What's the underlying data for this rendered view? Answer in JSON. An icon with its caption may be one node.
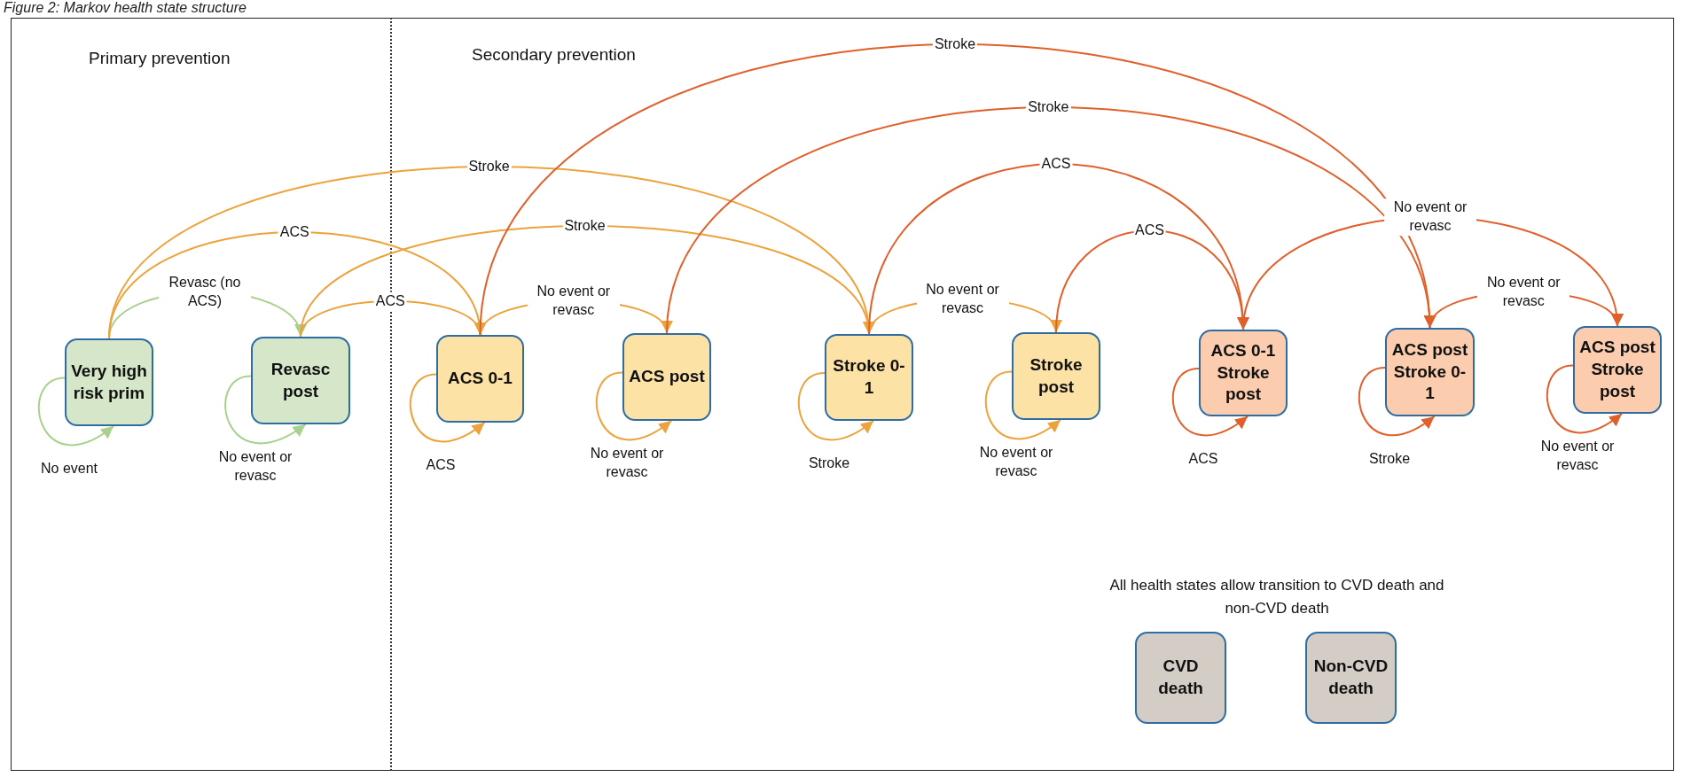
{
  "diagram": {
    "title": "Figure 2: Markov health state structure",
    "nodes": [
      {
        "text": [
          "Very high risk prim"
        ]
      },
      {
        "text": [
          "Revasc post"
        ]
      },
      {
        "text": [
          "ACS 0-1"
        ]
      },
      {
        "text": [
          "ACS post"
        ]
      },
      {
        "text": [
          "Stroke 0-1"
        ]
      },
      {
        "text": [
          "Stroke post"
        ]
      },
      {
        "text": [
          "ACS 0-1 Stroke post"
        ]
      },
      {
        "text": [
          "ACS post Stroke 0-1"
        ]
      },
      {
        "text": [
          "ACS post Stroke post"
        ]
      },
      {
        "text": [
          "CVD death"
        ]
      },
      {
        "text": [
          "Non-CVD death"
        ]
      }
    ],
    "edges": [
      {
        "from": 0,
        "to": 0,
        "arrow": "to",
        "label": "No event",
        "color": "#a9d18e"
      },
      {
        "from": 0,
        "to": 1,
        "arrow": "to",
        "label": "Revasc (no ACS)",
        "color": "#a9d18e"
      },
      {
        "from": 0,
        "to": 2,
        "arrow": "to",
        "label": "ACS"
      },
      {
        "from": 0,
        "to": 4,
        "arrow": "to",
        "label": "Stroke"
      },
      {
        "from": 1,
        "to": 1,
        "arrow": "to",
        "label": "No event or revasc",
        "color": "#a9d18e"
      },
      {
        "from": 1,
        "to": 2,
        "arrow": "to",
        "label": "ACS"
      },
      {
        "from": 1,
        "to": 4,
        "arrow": "to",
        "label": "Stroke"
      },
      {
        "from": 2,
        "to": 2,
        "arrow": "to",
        "label": "ACS"
      },
      {
        "from": 2,
        "to": 3,
        "arrow": "to",
        "label": "No event or revasc"
      },
      {
        "from": 2,
        "to": 7,
        "arrow": "to",
        "label": "Stroke",
        "color": "#e0602c"
      },
      {
        "from": 3,
        "to": 3,
        "arrow": "to",
        "label": "No event or revasc"
      },
      {
        "from": 3,
        "to": 7,
        "arrow": "to",
        "label": "Stroke",
        "color": "#e0602c"
      },
      {
        "from": 4,
        "to": 4,
        "arrow": "to",
        "label": "Stroke"
      },
      {
        "from": 4,
        "to": 5,
        "arrow": "to",
        "label": "No event or revasc"
      },
      {
        "from": 4,
        "to": 6,
        "arrow": "to",
        "label": "ACS",
        "color": "#e0602c"
      },
      {
        "from": 5,
        "to": 5,
        "arrow": "to",
        "label": "No event or revasc"
      },
      {
        "from": 5,
        "to": 6,
        "arrow": "to",
        "label": "ACS",
        "color": "#e0602c"
      },
      {
        "from": 6,
        "to": 6,
        "arrow": "to",
        "label": "ACS",
        "color": "#e0602c"
      },
      {
        "from": 6,
        "to": 8,
        "arrow": "to",
        "label": "No event or revasc",
        "color": "#e0602c"
      },
      {
        "from": 7,
        "to": 7,
        "arrow": "to",
        "label": "Stroke",
        "color": "#e0602c"
      },
      {
        "from": 7,
        "to": 8,
        "arrow": "to",
        "label": "No event or revasc",
        "color": "#e0602c"
      },
      {
        "from": 8,
        "to": 8,
        "arrow": "to",
        "label": "No event or revasc",
        "color": "#e0602c"
      }
    ],
    "labels": [
      "Primary prevention",
      "Secondary prevention",
      "All health states allow transition to CVD death and non-CVD death"
    ]
  }
}
